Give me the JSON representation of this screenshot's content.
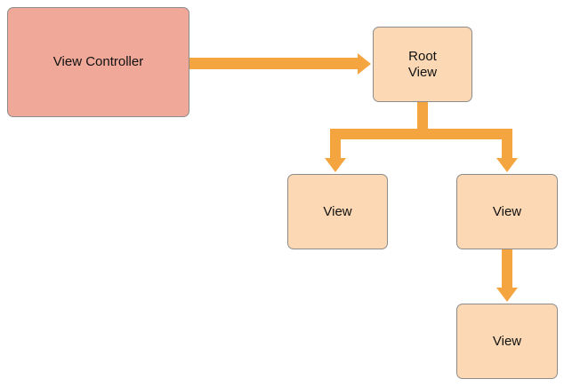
{
  "diagram": {
    "colors": {
      "controller_fill": "#f0a898",
      "view_fill": "#fcd9b4",
      "border": "#8c8c8c",
      "arrow": "#f4a540"
    },
    "nodes": {
      "view_controller": {
        "label": "View Controller"
      },
      "root_view": {
        "label_line1": "Root",
        "label_line2": "View"
      },
      "child_view_left": {
        "label": "View"
      },
      "child_view_right": {
        "label": "View"
      },
      "grandchild_view": {
        "label": "View"
      }
    },
    "edges": [
      {
        "from": "view_controller",
        "to": "root_view"
      },
      {
        "from": "root_view",
        "to": "child_view_left"
      },
      {
        "from": "root_view",
        "to": "child_view_right"
      },
      {
        "from": "child_view_right",
        "to": "grandchild_view"
      }
    ]
  }
}
